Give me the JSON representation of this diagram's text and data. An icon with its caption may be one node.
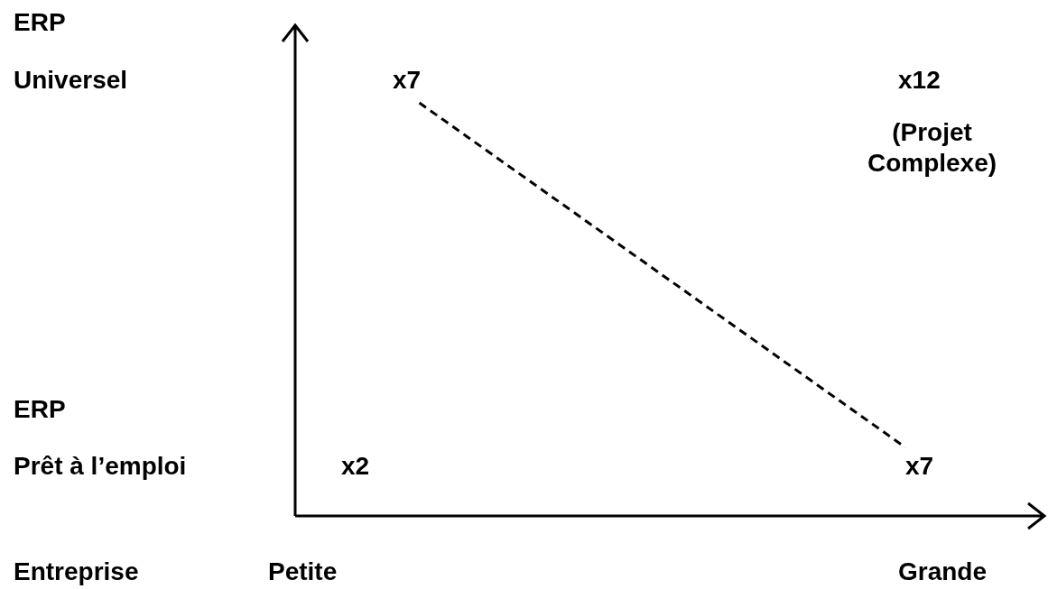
{
  "diagram": {
    "nodes": [
      {
        "text": [
          "x7"
        ]
      },
      {
        "text": [
          "x7"
        ]
      }
    ],
    "edges": [
      {
        "from": 0,
        "to": 1,
        "arrow": "none",
        "style": "dashed"
      }
    ],
    "labels": [
      "ERP",
      "Universel",
      "x12",
      "(Projet Complexe)",
      "ERP",
      "Prêt à l’emploi",
      "x2",
      "Entreprise",
      "Petite",
      "Grande"
    ]
  }
}
